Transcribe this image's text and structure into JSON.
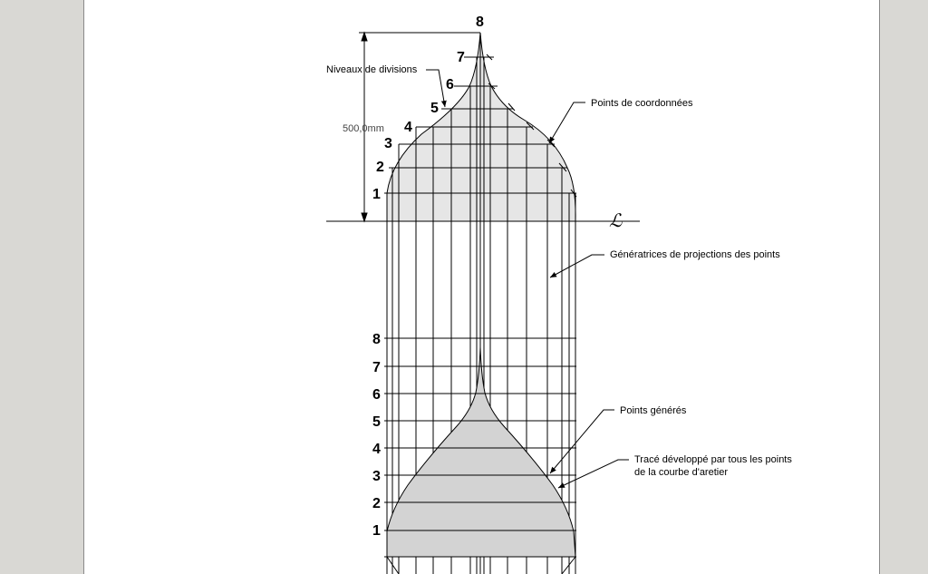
{
  "drawing": {
    "upper_levels": [
      "1",
      "2",
      "3",
      "4",
      "5",
      "6",
      "7",
      "8"
    ],
    "lower_levels": [
      "1",
      "2",
      "3",
      "4",
      "5",
      "6",
      "7",
      "8"
    ],
    "dimension_label": "500,0mm",
    "plane_symbol": "ℒ",
    "annotations": {
      "niveaux": "Niveaux de divisions",
      "points_coord": "Points de coordonnées",
      "generatrices": "Génératrices de projections des points",
      "points_generes": "Points générés",
      "trace_line1": "Tracé développé par tous les points",
      "trace_line2": "de la courbe d'aretier"
    },
    "colors": {
      "page_bg": "#d9d8d4",
      "sheet": "#ffffff",
      "upper_fill": "#e6e6e6",
      "lower_fill": "#d3d3d3",
      "line": "#000000"
    }
  }
}
